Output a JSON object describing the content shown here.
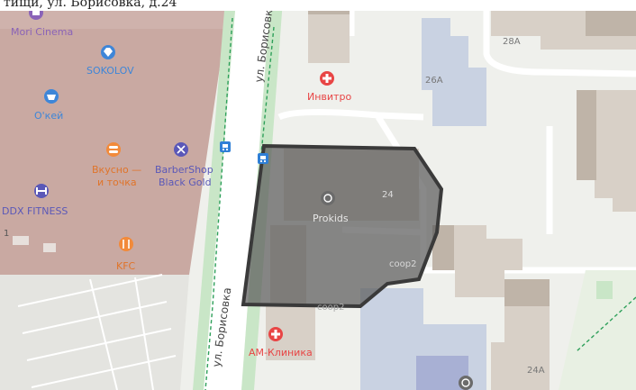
{
  "header": {
    "caption": "тищи, ул. Борисовка, д.24"
  },
  "colors": {
    "land": "#eff0ec",
    "mall": "#c9a9a2",
    "building": "#d8d0c7",
    "building_shadow": "#bfb4a8",
    "blue_building": "#c9d2e2",
    "road": "#ffffff",
    "green_strip": "#c9e6c7",
    "selection_fill": "#5b5b5b",
    "selection_stroke": "#3a3a3a",
    "poi_orange": "#f28a3a",
    "poi_blue": "#3e86d8",
    "poi_purple": "#8a63b8",
    "poi_red": "#e84545",
    "poi_navy": "#5a58b8",
    "transit_blue": "#2f7fd6"
  },
  "streets": [
    {
      "name": "ул. Борисовка",
      "where": "top"
    },
    {
      "name": "ул. Борисовка",
      "where": "bottom"
    }
  ],
  "house_numbers": {
    "h28a": "28А",
    "h26a": "26А",
    "h24": "24",
    "h24a": "24А",
    "coop2": "coop2",
    "coop2b": "coop2"
  },
  "pois": [
    {
      "key": "mori",
      "label": "Mori Cinema",
      "color": "#8a63b8",
      "icon": "film-icon"
    },
    {
      "key": "sokolov",
      "label": "SOKOLOV",
      "color": "#3e86d8",
      "icon": "gem-icon"
    },
    {
      "key": "okey",
      "label": "О'кей",
      "color": "#3e86d8",
      "icon": "basket-icon"
    },
    {
      "key": "vkusno",
      "label": [
        "Вкусно —",
        "и точка"
      ],
      "color": "#f28a3a",
      "icon": "burger-icon"
    },
    {
      "key": "barber",
      "label": [
        "BarberShop",
        "Black Gold"
      ],
      "color": "#5a58b8",
      "icon": "scissors-icon"
    },
    {
      "key": "ddx",
      "label": "DDX FITNESS",
      "color": "#5a58b8",
      "icon": "dumbbell-icon"
    },
    {
      "key": "kfc",
      "label": "KFC",
      "color": "#f28a3a",
      "icon": "fork-knife-icon"
    },
    {
      "key": "invitro",
      "label": "Инвитро",
      "color": "#e84545",
      "icon": "medical-cross-icon"
    },
    {
      "key": "prokids",
      "label": "Prokids",
      "color": "#6b6b6b",
      "icon": "sports-icon"
    },
    {
      "key": "amclinic",
      "label": "АМ-Клиника",
      "color": "#e84545",
      "icon": "medical-cross-icon"
    },
    {
      "key": "sport2",
      "label": "",
      "color": "#6b6b6b",
      "icon": "sports-icon"
    }
  ],
  "transit": [
    {
      "key": "stop1",
      "icon": "bus-stop-icon"
    },
    {
      "key": "stop2",
      "icon": "bus-stop-icon"
    }
  ],
  "misc_labels": {
    "edge_digit": "1"
  }
}
